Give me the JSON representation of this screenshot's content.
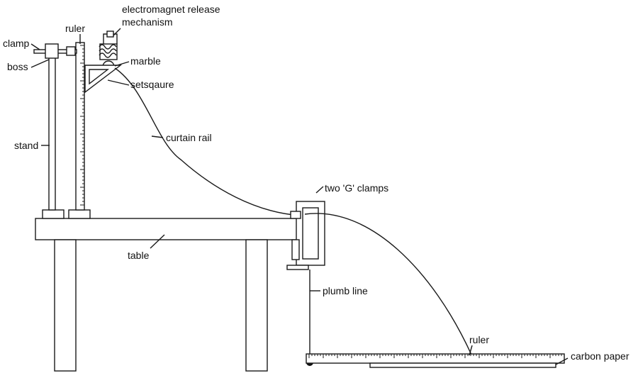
{
  "labels": {
    "clamp": "clamp",
    "boss": "boss",
    "ruler_top": "ruler",
    "electromagnet_line1": "electromagnet release",
    "electromagnet_line2": "mechanism",
    "marble": "marble",
    "setsquare": "setsqaure",
    "stand": "stand",
    "curtain_rail": "curtain rail",
    "g_clamps": "two 'G' clamps",
    "table": "table",
    "plumb_line": "plumb line",
    "ruler_bottom": "ruler",
    "carbon_paper": "carbon paper"
  },
  "colors": {
    "stroke": "#1a1a1a",
    "background": "#ffffff"
  }
}
